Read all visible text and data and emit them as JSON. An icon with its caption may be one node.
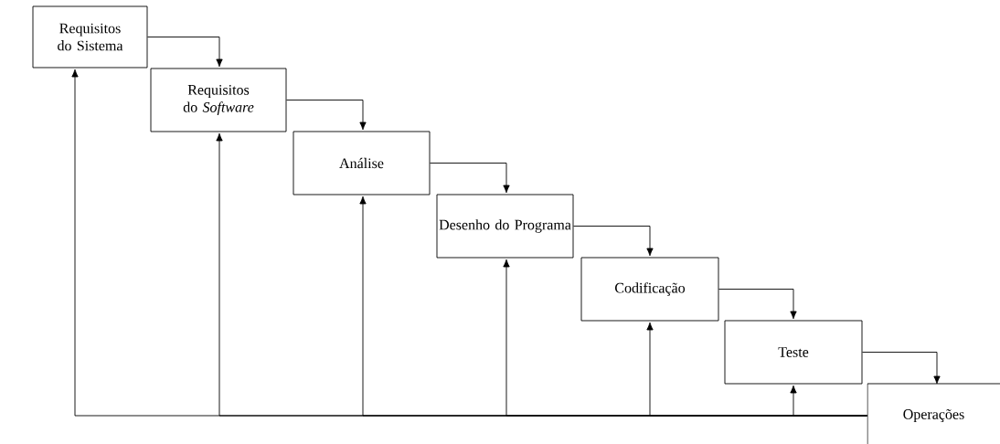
{
  "diagram": {
    "nodes": [
      {
        "text": [
          "Requisitos do Sistema"
        ]
      },
      {
        "text": [
          "Requisitos do *Software*"
        ]
      },
      {
        "text": [
          "Análise"
        ]
      },
      {
        "text": [
          "Desenho do Programa"
        ]
      },
      {
        "text": [
          "Codificação"
        ]
      },
      {
        "text": [
          "Teste"
        ]
      },
      {
        "text": [
          "Operações"
        ]
      }
    ],
    "edges": [
      {
        "from": 0,
        "to": 1,
        "arrow": "to"
      },
      {
        "from": 1,
        "to": 2,
        "arrow": "to"
      },
      {
        "from": 2,
        "to": 3,
        "arrow": "to"
      },
      {
        "from": 3,
        "to": 4,
        "arrow": "to"
      },
      {
        "from": 4,
        "to": 5,
        "arrow": "to"
      },
      {
        "from": 5,
        "to": 6,
        "arrow": "to"
      },
      {
        "from": 6,
        "to": 0,
        "arrow": "to"
      },
      {
        "from": 6,
        "to": 1,
        "arrow": "to"
      },
      {
        "from": 6,
        "to": 2,
        "arrow": "to"
      },
      {
        "from": 6,
        "to": 3,
        "arrow": "to"
      },
      {
        "from": 6,
        "to": 4,
        "arrow": "to"
      },
      {
        "from": 6,
        "to": 5,
        "arrow": "to"
      }
    ]
  }
}
